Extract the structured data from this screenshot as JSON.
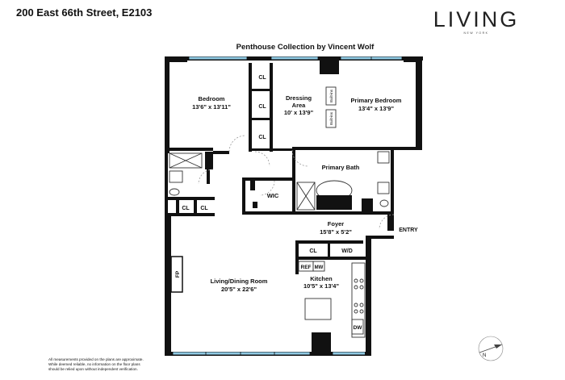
{
  "header": {
    "address": "200 East 66th Street, E2103",
    "collection": "Penthouse Collection by Vincent Wolf"
  },
  "logo": {
    "name": "LIVING",
    "tagline": "NEW YORK"
  },
  "rooms": {
    "bedroom": {
      "name": "Bedroom",
      "dims": "13'6\" x 13'11\""
    },
    "dressing": {
      "name_line1": "Dressing",
      "name_line2": "Area",
      "dims": "10' x 13'9\""
    },
    "primary_bedroom": {
      "name": "Primary Bedroom",
      "dims": "13'4\" x 13'9\""
    },
    "primary_bath": {
      "name": "Primary Bath"
    },
    "wic": {
      "name": "WIC"
    },
    "foyer": {
      "name": "Foyer",
      "dims": "15'8\" x 5'2\""
    },
    "entry": {
      "name": "ENTRY"
    },
    "living": {
      "name": "Living/Dining Room",
      "dims": "20'5\" x 22'6\""
    },
    "kitchen": {
      "name": "Kitchen",
      "dims": "10'5\" x 13'4\""
    }
  },
  "labels": {
    "cl": "CL",
    "wd": "W/D",
    "ref": "REF",
    "mw": "MW",
    "dw": "DW",
    "fp": "FP",
    "built_ins": "Built-ins"
  },
  "footer": {
    "line1": "All measurements provided on the plans are approximate.",
    "line2": "While deemed reliable, no information on the floor plans",
    "line3": "should be relied upon without independent verification."
  },
  "colors": {
    "wall": "#111111",
    "window": "#8fc9e3",
    "text": "#111111"
  },
  "compass": {
    "icon": "compass-icon",
    "letter": "N"
  }
}
